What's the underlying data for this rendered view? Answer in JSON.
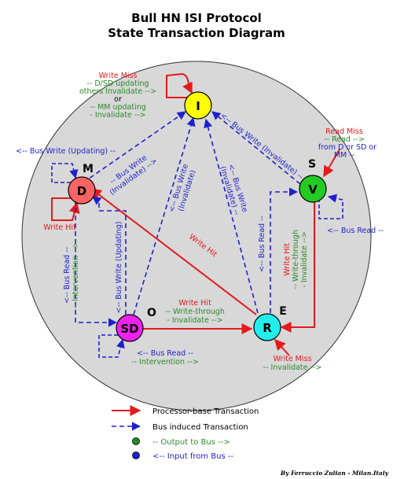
{
  "title": {
    "line1": "Bull HN ISI Protocol",
    "line2": "State Transaction Diagram"
  },
  "states": {
    "I": {
      "node": "I",
      "letter": "",
      "fill": "#ffff00"
    },
    "D": {
      "node": "D",
      "letter": "M",
      "fill": "#ff6464"
    },
    "V": {
      "node": "V",
      "letter": "S",
      "fill": "#22cc22"
    },
    "SD": {
      "node": "SD",
      "letter": "O",
      "fill": "#ee22ee"
    },
    "R": {
      "node": "R",
      "letter": "E",
      "fill": "#22eeee"
    }
  },
  "annotations": {
    "i_self": {
      "l1": "Write Miss",
      "l2": "-- D/SD updating",
      "l3": "others Invalidate -->",
      "l4": "or",
      "l5": "-- MM updating",
      "l6": "- Invalidate -->"
    },
    "v_to_i": "<-- Bus Write (Invalidate) --",
    "v_read_miss": {
      "l1": "Read Miss",
      "l2": "-- Read -->",
      "l3": "from D or SD or",
      "l4": "MM --"
    },
    "d_bus_write": "<-- Bus Write (Updating) --",
    "d_to_i": {
      "l1": "-- Bus Write",
      "l2": "(Invalidate) -->"
    },
    "d_write_hit": "Write Hit",
    "sd_to_i": {
      "l1": "<-- Bus Write",
      "l2": "(Invalidate)"
    },
    "r_to_i": {
      "l1": "<-- Bus Write",
      "l2": "(Invalidate) --"
    },
    "v_bus_read": "<-- Bus Read --",
    "r_to_d_write_hit": "Write Hit",
    "d_to_sd_bus_read": {
      "l1": "<-- Bus Read --",
      "l2": "-- Intervention -->"
    },
    "sd_to_d": "<-- Bus Write (Updating)",
    "r_to_v_bus_read": "<-- Bus Read --",
    "v_to_r_write_hit": {
      "l1": "Write Hit",
      "l2": "-- Write-through",
      "l3": "- Invalidate -->"
    },
    "sd_to_r": {
      "l1": "Write Hit",
      "l2": "-- Write-through",
      "l3": "- Invalidate -->"
    },
    "sd_self": {
      "l1": "<-- Bus Read --",
      "l2": "-- Intervention -->"
    },
    "r_write_miss": {
      "l1": "Write Miss",
      "l2": "-- Invalidate -->"
    }
  },
  "legend": {
    "processor": "Processor-base Transaction",
    "bus": "Bus induced Transaction",
    "output": "-- Output to Bus -->",
    "input": "<-- Input from Bus --"
  },
  "credit": "By Ferruccio Zulian - Milan.Italy",
  "colors": {
    "red": "#e41a1c",
    "blue": "#1f1fd0",
    "green": "#2a8a2a",
    "circle_bg": "#d8d8d8"
  }
}
